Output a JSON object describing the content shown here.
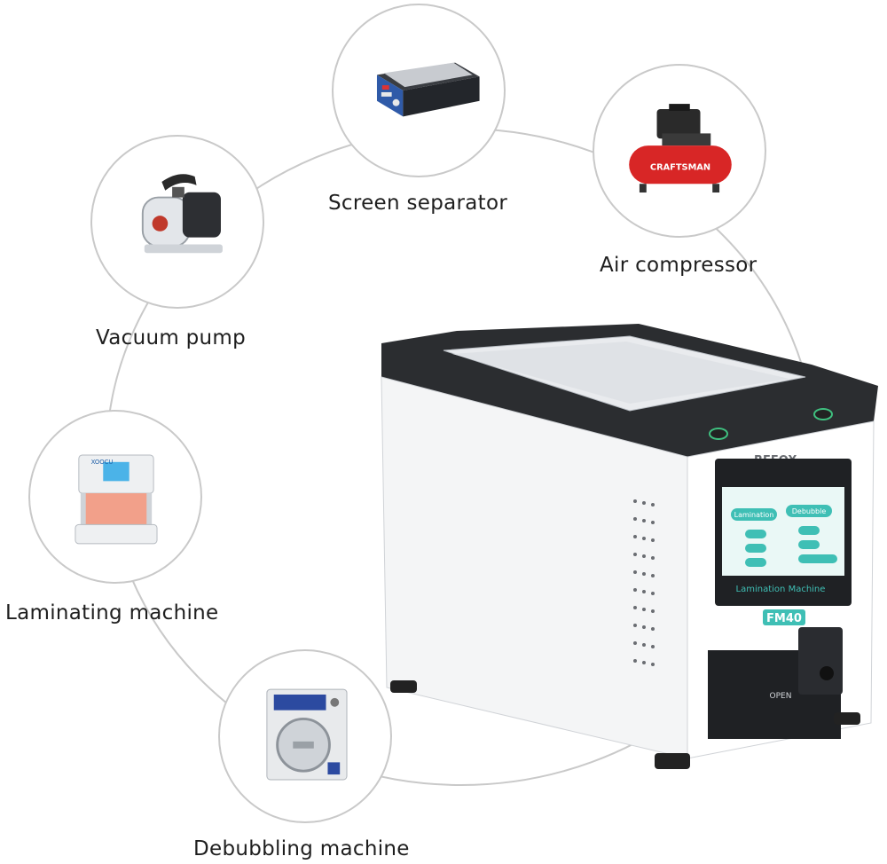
{
  "nodes": [
    {
      "id": "screen-separator",
      "label": "Screen separator",
      "icon": "screen-separator-icon"
    },
    {
      "id": "air-compressor",
      "label": "Air compressor",
      "icon": "air-compressor-icon",
      "brand_text": "CRAFTSMAN"
    },
    {
      "id": "vacuum-pump",
      "label": "Vacuum pump",
      "icon": "vacuum-pump-icon"
    },
    {
      "id": "laminating-machine",
      "label": "Laminating machine",
      "icon": "laminating-machine-icon",
      "brand_text": "XOOCU"
    },
    {
      "id": "debubbling-machine",
      "label": "Debubbling machine",
      "icon": "debubbling-machine-icon"
    }
  ],
  "machine": {
    "brand": "REFOX",
    "model": "FM40",
    "screen_title": "Lamination Machine",
    "buttons": [
      "Lamination",
      "Debubble"
    ],
    "door_label": "OPEN"
  },
  "colors": {
    "ring": "#c9c9c9",
    "teal": "#3fbfb5",
    "machine_body": "#f4f5f6",
    "machine_top": "#2b2d30",
    "compressor_red": "#d82626"
  }
}
